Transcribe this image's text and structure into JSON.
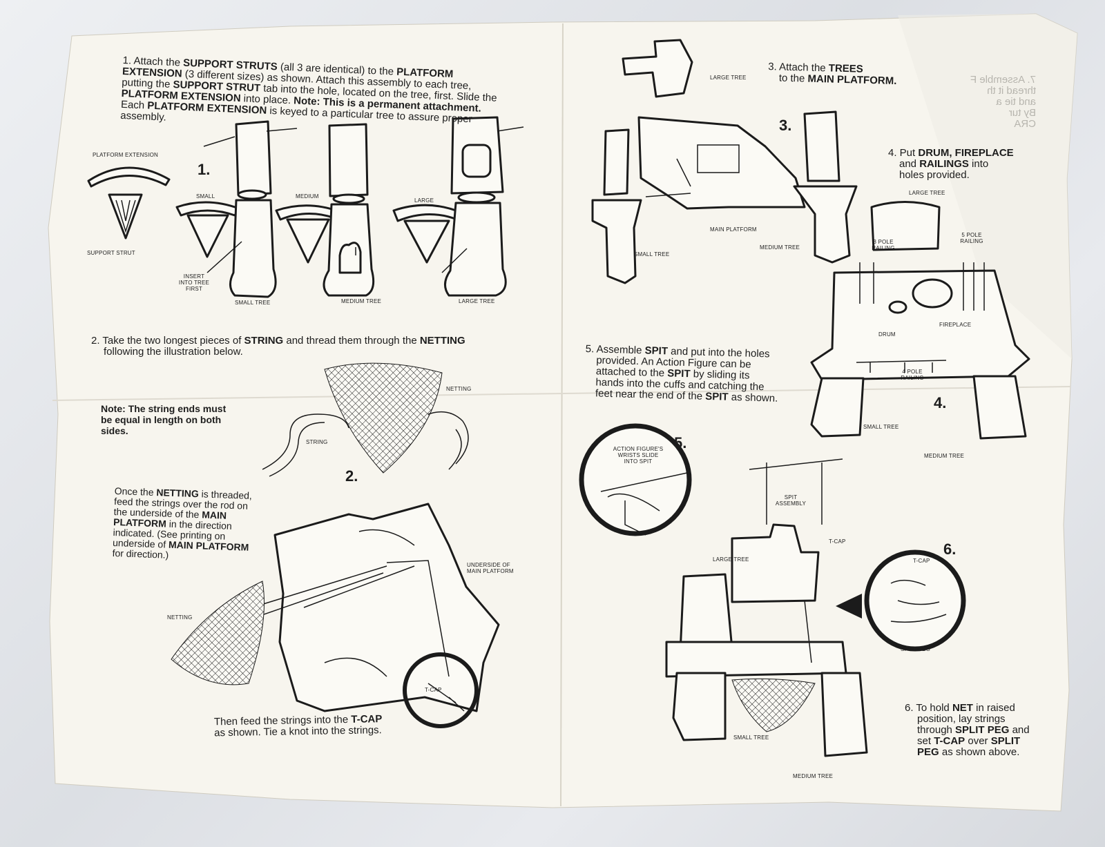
{
  "step1": {
    "text_a": "1. Attach the ",
    "support_struts": "SUPPORT STRUTS",
    "text_b": " (all 3 are identical) to the ",
    "platform": "PLATFORM",
    "extension": "EXTENSION",
    "text_c": " (3 different sizes) as shown. Attach this assembly to each tree,",
    "text_d": "putting the ",
    "support_strut": "SUPPORT STRUT",
    "text_e": " tab into the hole, located on the tree, first. Slide the",
    "platform_extension": "PLATFORM EXTENSION",
    "text_f": " into place. ",
    "note": "Note: This is a permanent attachment.",
    "text_g": "Each ",
    "text_h": " is keyed to a particular tree to assure proper",
    "text_i": "assembly.",
    "number": "1.",
    "labels": {
      "platform_extension": "PLATFORM EXTENSION",
      "support_strut": "SUPPORT STRUT",
      "small": "SMALL",
      "medium": "MEDIUM",
      "large": "LARGE",
      "insert": "INSERT INTO TREE FIRST",
      "small_tree": "SMALL TREE",
      "medium_tree": "MEDIUM TREE",
      "large_tree": "LARGE TREE"
    }
  },
  "step2": {
    "text_a": "2. Take the two longest pieces of ",
    "string": "STRING",
    "text_b": " and thread them through the ",
    "netting": "NETTING",
    "text_c": "following the illustration below.",
    "note": "Note: The string ends must be equal in length on both sides.",
    "number": "2.",
    "label_netting": "NETTING",
    "label_string": "STRING",
    "para_a": "Once the ",
    "para_netting": "NETTING",
    "para_b": " is threaded, feed the strings over the rod on the underside of the ",
    "para_main": "MAIN PLATFORM",
    "para_c": " in the direction indicated. (See printing on underside of ",
    "para_main2": "MAIN PLATFORM",
    "para_d": " for direction.)",
    "label_underside": "UNDERSIDE OF MAIN PLATFORM",
    "label_netting2": "NETTING",
    "label_tcap": "T-CAP",
    "then_a": "Then feed the strings into the ",
    "then_tcap": "T-CAP",
    "then_b": "as shown. Tie a knot into the strings."
  },
  "step3": {
    "text_a": "3. Attach the ",
    "trees": "TREES",
    "text_b": "to the ",
    "main_platform": "MAIN PLATFORM.",
    "number": "3.",
    "label_large_tree": "LARGE TREE",
    "label_main_platform": "MAIN PLATFORM",
    "label_medium_tree": "MEDIUM TREE",
    "label_small_tree": "SMALL TREE"
  },
  "step4": {
    "text_a": "4. Put ",
    "drum_fireplace": "DRUM, FIREPLACE",
    "text_b": "and ",
    "railings": "RAILINGS",
    "text_c": " into",
    "text_d": "holes provided.",
    "number": "4.",
    "label_large_tree": "LARGE TREE",
    "label_3pole": "3 POLE RAILING",
    "label_5pole": "5 POLE RAILING",
    "label_drum": "DRUM",
    "label_fireplace": "FIREPLACE",
    "label_4pole": "4 POLE RAILING",
    "label_small_tree": "SMALL TREE",
    "label_medium_tree": "MEDIUM TREE"
  },
  "step5": {
    "text_a": "5. Assemble ",
    "spit": "SPIT",
    "text_b": " and put into the holes",
    "text_c": "provided. An Action Figure can be",
    "text_d": "attached to the ",
    "spit2": "SPIT",
    "text_e": " by sliding its",
    "text_f": "hands into the cuffs and catching the",
    "text_g": "feet near the end of the ",
    "spit3": "SPIT",
    "text_h": " as shown.",
    "number": "5.",
    "label_wrists": "ACTION FIGURE'S WRISTS SLIDE INTO SPIT",
    "label_spit_assembly": "SPIT ASSEMBLY",
    "label_large_tree": "LARGE TREE",
    "label_tcap": "T-CAP"
  },
  "step6": {
    "text_a": "6. To hold ",
    "net": "NET",
    "text_b": " in raised",
    "text_c": "position, lay strings",
    "text_d": "through ",
    "split_peg": "SPLIT PEG",
    "text_e": " and",
    "text_f": "set ",
    "tcap": "T-CAP",
    "text_g": " over ",
    "split": "SPLIT",
    "peg": "PEG",
    "text_h": " as shown above.",
    "number": "6.",
    "label_tcap": "T-CAP",
    "label_split_peg": "SPLIT PEG",
    "label_small_tree": "SMALL TREE",
    "label_medium_tree": "MEDIUM TREE"
  },
  "step7_mirror": {
    "lines": [
      "7. Assemble F",
      "thread it th",
      "and tie a",
      "By tur",
      "CRA"
    ]
  }
}
